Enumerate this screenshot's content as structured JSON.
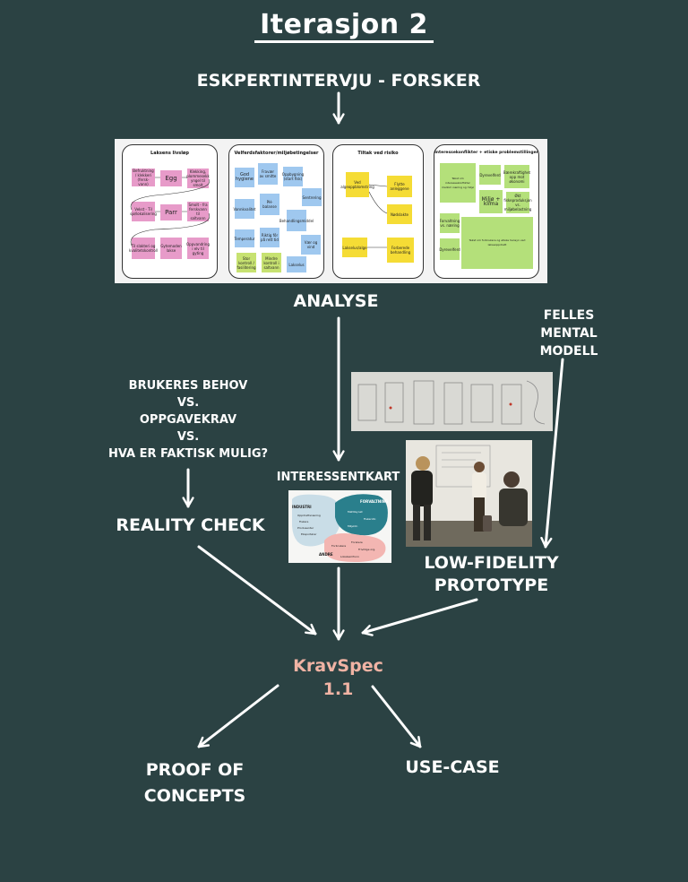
{
  "title": "Iterasjon 2",
  "nodes": {
    "interview": "ESKPERTINTERVJU - FORSKER",
    "analysis": "ANALYSE",
    "shared_model": [
      "FELLES",
      "MENTAL",
      "MODELL"
    ],
    "user_needs": [
      "BRUKERES BEHOV",
      "VS.",
      "OPPGAVEKRAV",
      "VS.",
      "HVA ER FAKTISK MULIG?"
    ],
    "stakeholder_map": "INTERESSENTKART",
    "reality_check": "REALITY CHECK",
    "low_fi": [
      "LOW-FIDELITY",
      "PROTOTYPE"
    ],
    "kravspec": [
      "KravSpec",
      "1.1"
    ],
    "poc": [
      "PROOF OF",
      "CONCEPTS"
    ],
    "use_case": "USE-CASE"
  },
  "board": {
    "panels": [
      {
        "title": "Laksens livsløp",
        "notes": [
          "Befruktning / klekkeri (fersk-vann)",
          "Egg",
          "Klekking, plommesekk yngel til smolt",
          "Vekst - Til sjø/lokalisering",
          "Parr",
          "Smolt - fra ferskvann til saltvann",
          "Til slakteri og kvalitetskontroll",
          "Gytemoden lakse",
          "Oppvandring i elv til gyting"
        ]
      },
      {
        "title": "Velferdsfaktorer/miljøbetingelser",
        "notes": [
          "God hygiene",
          "Fravær av smitte",
          "Oppbygning (start fisk)",
          "Sentrering",
          "Vannkvalitet",
          "PH-balanse",
          "Behandlingsmiddel",
          "Temperatur",
          "Riktig fôr på rett tid",
          "Vær og vind",
          "Stor kontroll / fasilitering",
          "Mindre kontroll i saltvann",
          "Lakselus"
        ]
      },
      {
        "title": "Tiltak ved risiko",
        "notes": [
          "Ved algeoppblomstring",
          "Flytte anleggene",
          "Nødslakte",
          "Lakselus/alge",
          "Forberede behandling"
        ]
      },
      {
        "title": "Interessekonflikter + etiske problemstillinger",
        "notes": [
          "Tekst om interessekonflikter mellom næring og miljø",
          "Dyrevelferd",
          "Bærekraftighet opp mot økonomi",
          "Miljø + klima",
          "Økt fiskeproduksjon vs. miljøbelastning",
          "Forvaltning vs. næring",
          "Dyrevelferd",
          "Tekst om forbrukere og etiske hensyn ved lakseoppdrett"
        ]
      }
    ]
  },
  "stakeholders": {
    "industry": "INDUSTRI",
    "management": "FORVALTNING",
    "others": "ANDRE",
    "items": [
      "Oppdrettsnæring",
      "Fiskere",
      "Produsenter",
      "Eksportører",
      "Mattilsynet",
      "Fiskeridir.",
      "Miljødir.",
      "Forskere",
      "Forbrukere",
      "Frivillige org.",
      "Lokalsamfunn"
    ]
  },
  "colors": {
    "background": "#2b4243",
    "accent": "#f0b3a4",
    "text": "#ffffff"
  }
}
